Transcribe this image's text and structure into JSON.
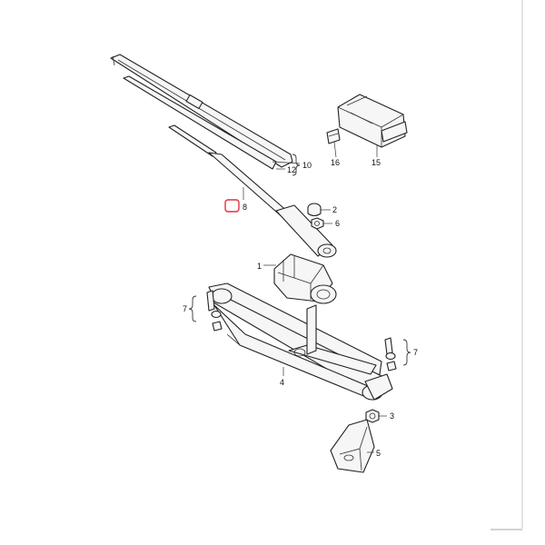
{
  "callouts": {
    "c1": "1",
    "c2": "2",
    "c3": "3",
    "c4": "4",
    "c5": "5",
    "c6": "6",
    "c7a": "7",
    "c7b": "7",
    "c8": "8",
    "c10": "10",
    "c12": "12",
    "c15": "15",
    "c16": "16"
  },
  "colors": {
    "highlight": "#e4303a",
    "line": "#222222",
    "fill": "#f6f6f6"
  },
  "icons": {
    "highlight_box": "rounded-square-outline"
  }
}
